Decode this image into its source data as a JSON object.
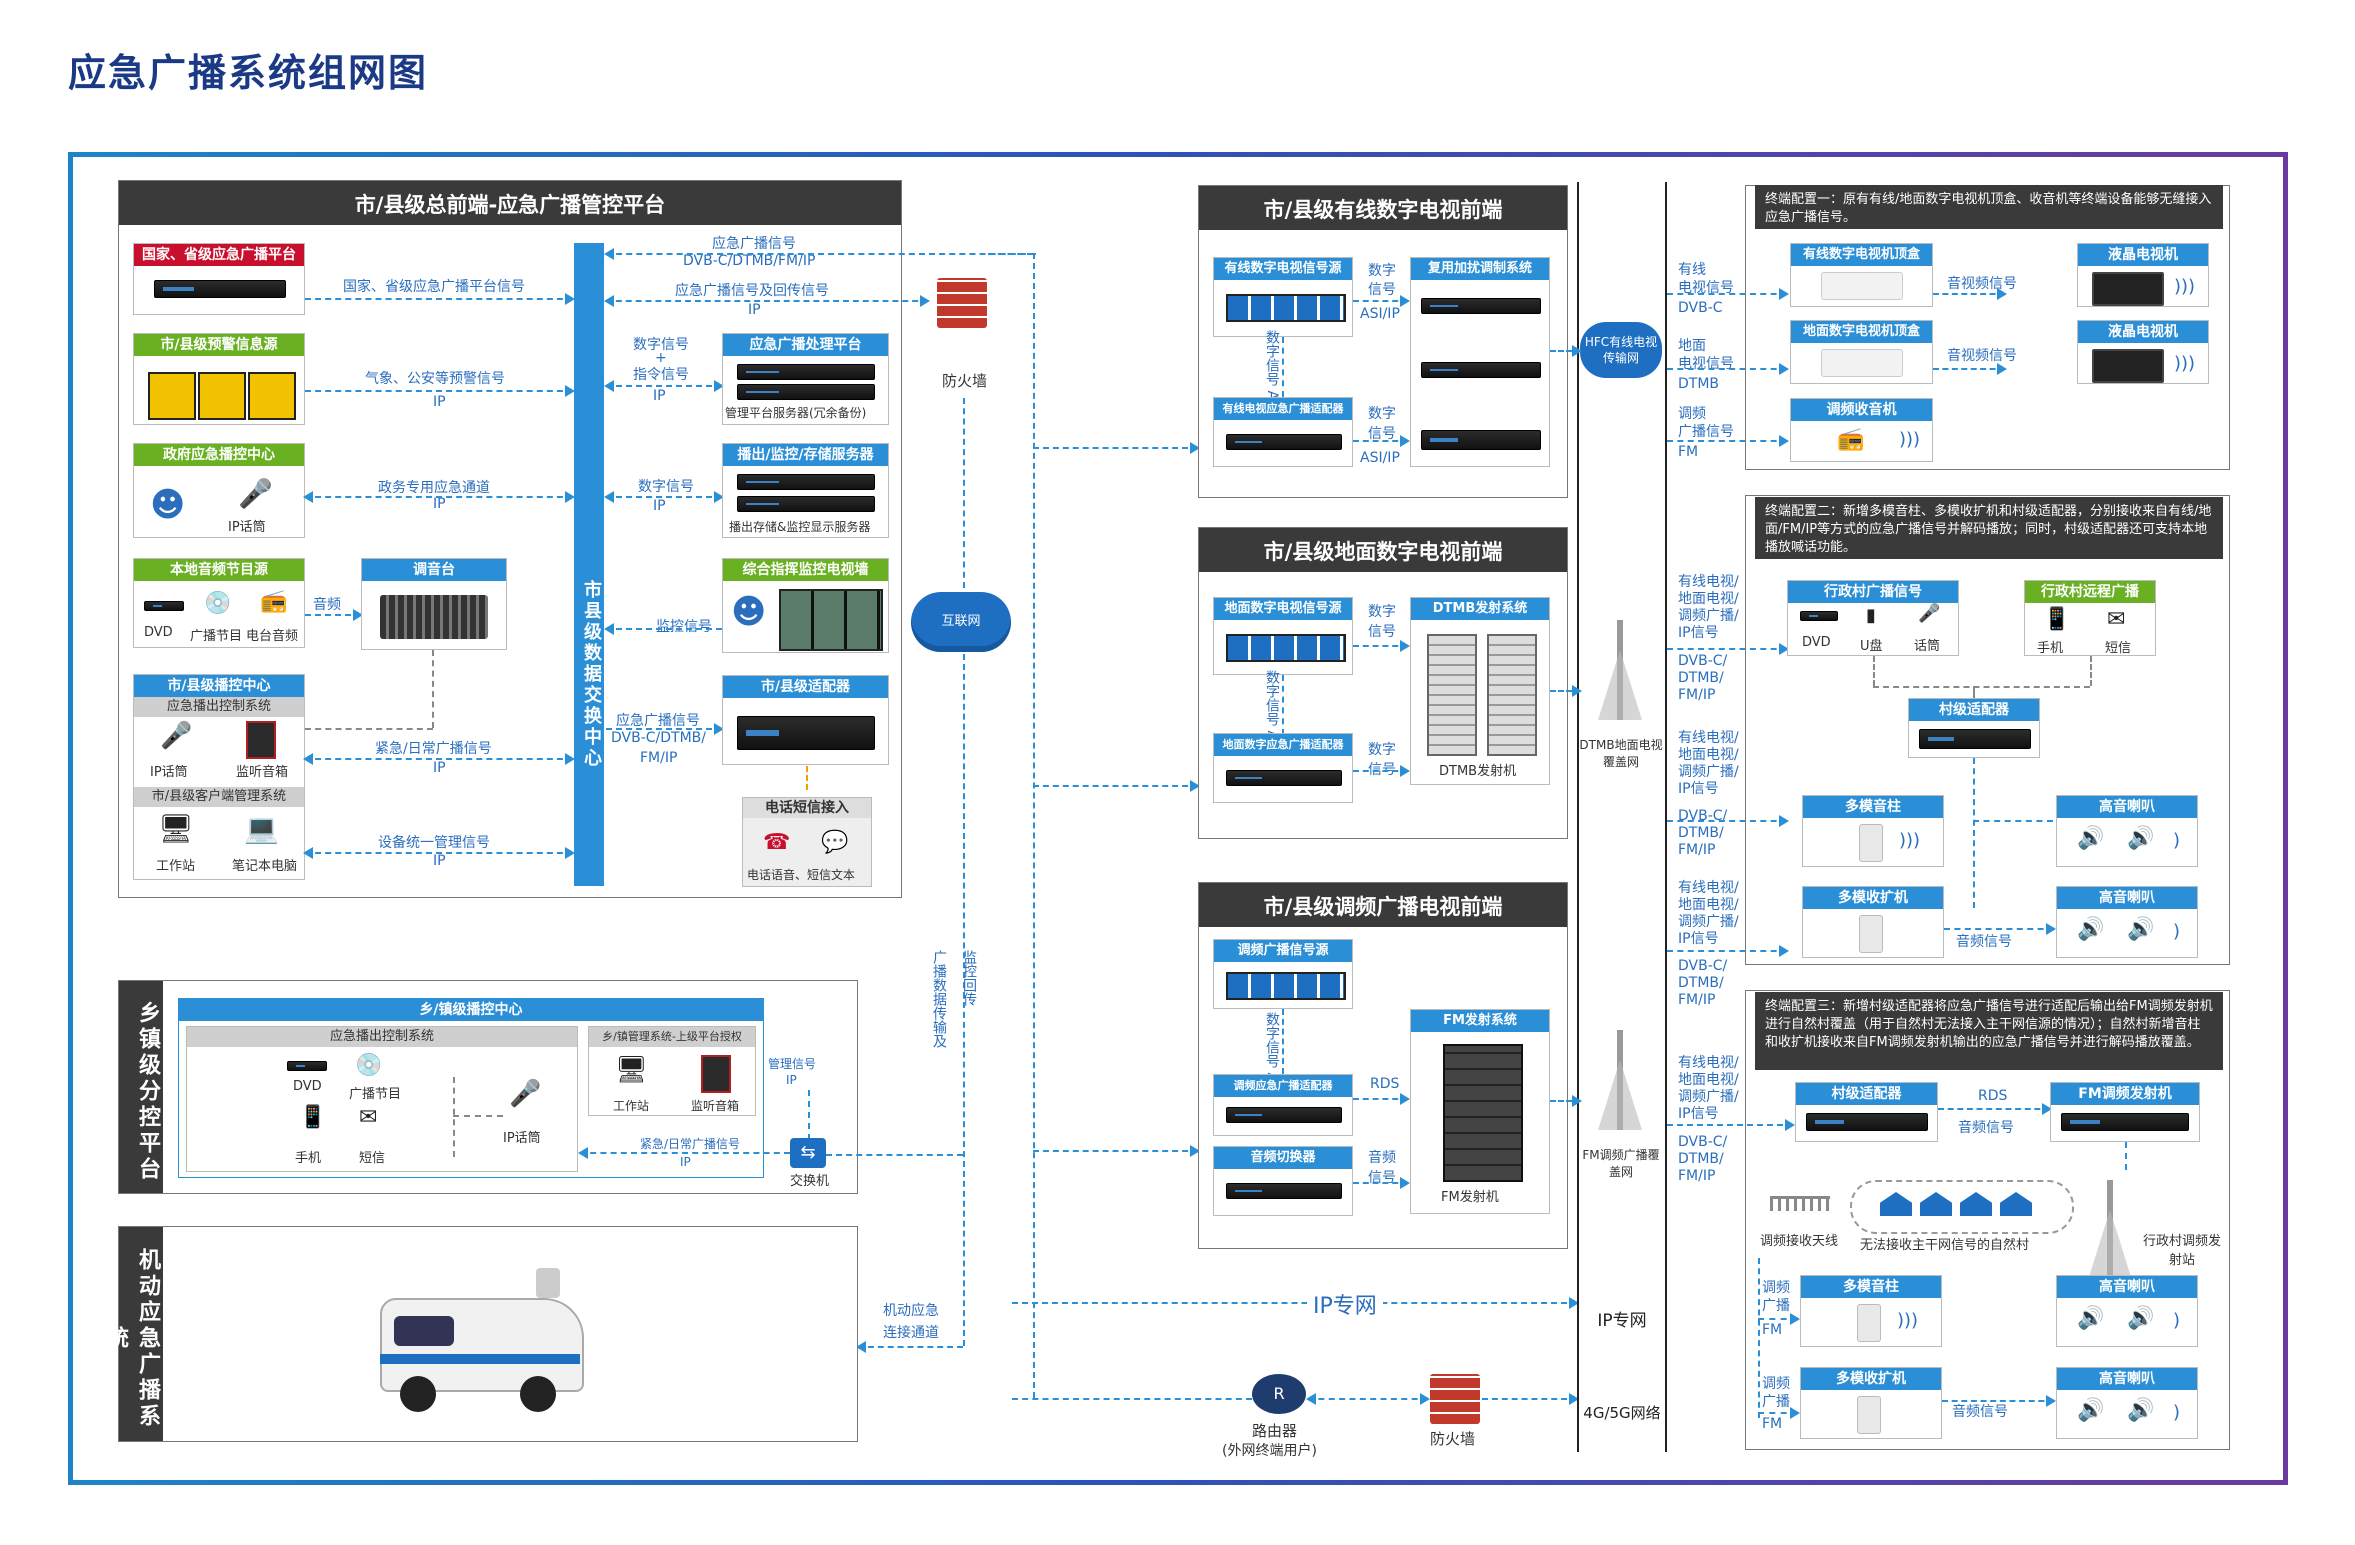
{
  "title": "应急广播系统组网图",
  "colors": {
    "frame_start": "#1e84c7",
    "frame_end": "#6a3aa0",
    "header_dark": "#3a3a3a",
    "accent_blue": "#2a8fd6",
    "red": "#c8102e",
    "green": "#6ab023"
  },
  "platform": {
    "header": "市/县级总前端-应急广播管控平台",
    "switch_center": "市县级数据交换中心",
    "national": {
      "header": "国家、省级应急广播平台",
      "signal": "国家、省级应急广播平台信号"
    },
    "warning": {
      "header": "市/县级预警信息源",
      "signal": "气象、公安等预警信号",
      "ip": "IP"
    },
    "gov": {
      "header": "政府应急播控中心",
      "mic": "IP话筒",
      "signal": "政务专用应急通道",
      "ip": "IP"
    },
    "local_audio": {
      "header": "本地音频节目源",
      "dvd": "DVD",
      "program": "广播节目",
      "radio": "电台音频",
      "audio": "音频"
    },
    "mixer": "调音台",
    "bc_center": {
      "header": "市/县级播控中心",
      "sub1": "应急播出控制系统",
      "mic": "IP话筒",
      "monitor": "监听音箱",
      "signal": "紧急/日常广播信号",
      "ip": "IP",
      "sub2": "市/县级客户端管理系统",
      "ws": "工作站",
      "laptop": "笔记本电脑",
      "mgmt": "设备统一管理信号",
      "ip2": "IP"
    },
    "right": {
      "sig_top1": "应急广播信号",
      "sig_top2": "DVB-C/DTMB/FM/IP",
      "sig_top3": "应急广播信号及回传信号",
      "ip": "IP",
      "digital": "数字信号",
      "plus": "+",
      "command": "指令信号",
      "ip2": "IP",
      "proc": {
        "header": "应急广播处理平台",
        "caption": "管理平台服务器(冗余备份)"
      },
      "store": {
        "header": "播出/监控/存储服务器",
        "caption": "播出存储&监控显示服务器",
        "digital": "数字信号",
        "ip": "IP"
      },
      "wall": {
        "header": "综合指挥监控电视墙",
        "signal": "监控信号"
      },
      "adapter": {
        "header": "市/县级适配器",
        "sig": "应急广播信号",
        "fmts": "DVB-C/DTMB/",
        "fmts2": "FM/IP"
      },
      "phone": {
        "header": "电话短信接入",
        "caption": "电话语音、短信文本"
      }
    }
  },
  "middle": {
    "firewall": "防火墙",
    "internet": "互联网",
    "uplink1": "广播数据传输及",
    "uplink2": "监控回传",
    "mobile_link1": "机动应急",
    "mobile_link2": "连接通道",
    "ip_net": "IP专网",
    "router": "路由器",
    "router_sub": "(外网终端用户)",
    "firewall2": "防火墙"
  },
  "township": {
    "label": "乡镇级分控平台",
    "center": "乡/镇级播控中心",
    "ctrl": "应急播出控制系统",
    "mgmt": "乡/镇管理系统-上级平台授权",
    "dvd": "DVD",
    "program": "广播节目",
    "mic": "IP话筒",
    "phone": "手机",
    "sms": "短信",
    "ws": "工作站",
    "monitor": "监听音箱",
    "mgmt_sig": "管理信号",
    "ip": "IP",
    "bc_sig": "紧急/日常广播信号",
    "ip2": "IP",
    "switch": "交换机"
  },
  "mobile": {
    "label": "机动应急广播系统"
  },
  "cable": {
    "header": "市/县级有线数字电视前端",
    "src": "有线数字电视信号源",
    "mux": "复用加扰调制系统",
    "sig1": "数字",
    "sig2": "信号",
    "asi": "ASI/IP",
    "vert": "数字信号 ASI/IP",
    "adapter": "有线电视应急广播适配器",
    "sig3": "数字",
    "sig4": "信号",
    "asi2": "ASI/IP"
  },
  "terrestrial": {
    "header": "市/县级地面数字电视前端",
    "src": "地面数字电视信号源",
    "dtmb": "DTMB发射系统",
    "sig1": "数字",
    "sig2": "信号",
    "vert": "数字信号 ASI/IP",
    "adapter": "地面数字应急广播适配器",
    "sig3": "数字",
    "sig4": "信号",
    "tx": "DTMB发射机"
  },
  "fm": {
    "header": "市/县级调频广播电视前端",
    "src": "调频广播信号源",
    "fm_sys": "FM发射系统",
    "vert": "数字信号 Audio",
    "adapter": "调频应急广播适配器",
    "rds": "RDS",
    "switcher": "音频切换器",
    "audio1": "音频",
    "audio2": "信号",
    "tx": "FM发射机"
  },
  "network": {
    "hfc": "HFC有线电视传输网",
    "dtmb": "DTMB地面电视覆盖网",
    "fm": "FM调频广播覆盖网",
    "ip": "IP专网",
    "cell": "4G/5G网络"
  },
  "terminal1": {
    "note": "终端配置一：原有有线/地面数字电视机顶盒、收音机等终端设备能够无缝接入应急广播信号。",
    "in1a": "有线",
    "in1b": "电视信号",
    "in1c": "DVB-C",
    "in2a": "地面",
    "in2b": "电视信号",
    "in2c": "DTMB",
    "in3a": "调频",
    "in3b": "广播信号",
    "in3c": "FM",
    "stb1": "有线数字电视机顶盒",
    "stb2": "地面数字电视机顶盒",
    "radio": "调频收音机",
    "av": "音视频信号",
    "lcd": "液晶电视机"
  },
  "terminal2": {
    "note": "终端配置二：新增多模音柱、多模收扩机和村级适配器，分别接收来自有线/地面/FM/IP等方式的应急广播信号并解码播放；同时，村级适配器还可支持本地播放喊话功能。",
    "in_a": "有线电视/",
    "in_b": "地面电视/",
    "in_c": "调频广播/",
    "in_d": "IP信号",
    "fmt_a": "DVB-C/",
    "fmt_b": "DTMB/",
    "fmt_c": "FM/IP",
    "village_src": "行政村广播信号",
    "dvd": "DVD",
    "udisk": "U盘",
    "mic": "话筒",
    "remote": "行政村远程广播",
    "phone": "手机",
    "sms": "短信",
    "adapter": "村级适配器",
    "column": "多模音柱",
    "amp": "多模收扩机",
    "horn": "高音喇叭",
    "audio": "音频信号"
  },
  "terminal3": {
    "note": "终端配置三：新增村级适配器将应急广播信号进行适配后输出给FM调频发射机进行自然村覆盖（用于自然村无法接入主干网信源的情况）；自然村新增音柱和收扩机接收来自FM调频发射机输出的应急广播信号并进行解码播放覆盖。",
    "in_a": "有线电视/",
    "in_b": "地面电视/",
    "in_c": "调频广播/",
    "in_d": "IP信号",
    "fmt_a": "DVB-C/",
    "fmt_b": "DTMB/",
    "fmt_c": "FM/IP",
    "adapter": "村级适配器",
    "rds": "RDS",
    "audio": "音频信号",
    "fm_tx": "FM调频发射机",
    "antenna": "调频接收天线",
    "village": "无法接收主干网信号的自然村",
    "tower": "行政村调频发射站",
    "fm_a": "调频",
    "fm_b": "广播",
    "fm_c": "FM",
    "column": "多模音柱",
    "amp": "多模收扩机",
    "horn": "高音喇叭",
    "audio2": "音频信号"
  }
}
